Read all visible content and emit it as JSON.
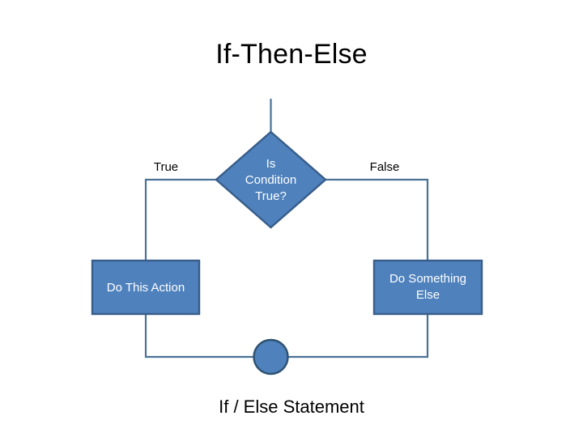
{
  "slide": {
    "title": "If-Then-Else",
    "caption": "If / Else Statement",
    "background_color": "#FFFFFF"
  },
  "theme": {
    "shape_fill": "#4F81BD",
    "shape_border": "#385D8A",
    "connector_color": "#4A7296",
    "shape_text_color": "#FFFFFF",
    "label_text_color": "#000000"
  },
  "diagram": {
    "type": "flowchart",
    "entry_connector": {
      "name": "entry-line",
      "from": "top-of-slide",
      "to": "decision-diamond"
    },
    "decision": {
      "shape": "diamond",
      "text": "Is\nCondition\nTrue?"
    },
    "branches": [
      {
        "label": "True",
        "side": "left",
        "target": "Do This Action"
      },
      {
        "label": "False",
        "side": "right",
        "target": "Do Something\nElse"
      }
    ],
    "process_left": {
      "shape": "rectangle",
      "text": "Do This Action"
    },
    "process_right": {
      "shape": "rectangle",
      "text": "Do Something\nElse"
    },
    "merge": {
      "shape": "circle",
      "text": ""
    }
  }
}
